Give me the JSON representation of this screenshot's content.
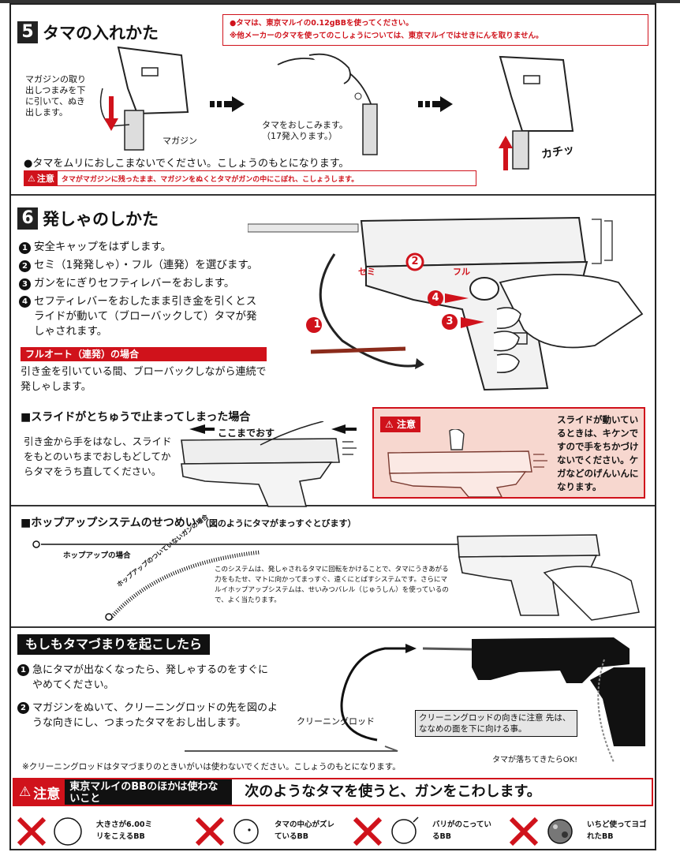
{
  "sec5": {
    "num": "5",
    "title": "タマの入れかた",
    "notice_line1": "●タマは、東京マルイの0.12gBBを使ってください。",
    "notice_line2": "※他メーカーのタマを使ってのこしょうについては、東京マルイではせきにんを取りません。",
    "step1_text": "マガジンの取り出しつまみを下に引いて、ぬき出します。",
    "magazine_label": "マガジン",
    "step2_text": "タマをおしこみます。（17発入ります。）",
    "click_label": "カチッ",
    "caution_line": "●タマをムリにおしこまないでください。こしょうのもとになります。",
    "caution_badge": "注意",
    "caution_text": "タマがマガジンに残ったまま、マガジンをぬくとタマがガンの中にこぼれ、こしょうします。"
  },
  "sec6": {
    "num": "6",
    "title": "発しゃのしかた",
    "items": [
      {
        "n": "1",
        "text": "安全キャップをはずします。"
      },
      {
        "n": "2",
        "text": "セミ（1発発しゃ）・フル（連発）を選びます。"
      },
      {
        "n": "3",
        "text": "ガンをにぎりセフティレバーをおします。"
      },
      {
        "n": "4",
        "text": "セフティレバーをおしたまま引き金を引くとスライドが動いて（ブローバックして）タマが発しゃされます。"
      }
    ],
    "full_auto_label": "フルオート（連発）の場合",
    "full_auto_text": "引き金を引いている間、ブローバックしながら連続で発しゃします。",
    "semi_label": "セミ",
    "full_label": "フル",
    "callouts": [
      "1",
      "2",
      "3",
      "4"
    ],
    "slide_stop_title": "■スライドがとちゅうで止まってしまった場合",
    "slide_stop_text": "引き金から手をはなし、スライドをもとのいちまでおしもどしてからタマをうち直してください。",
    "push_here_label": "ここまでおす",
    "caution_badge": "注意",
    "caution_text": "スライドが動いているときは、キケンですので手をちかづけないでください。ケガなどのげんいんになります。"
  },
  "hopup": {
    "title": "■ホップアップシステムのせつめい",
    "subtitle": "（図のようにタマがまっすぐとびます）",
    "with_hop_label": "ホップアップの場合",
    "without_hop_label": "ホップアップのついていないガンの場合",
    "text": "このシステムは、発しゃされるタマに回転をかけることで、タマにうきあがる力をもたせ、マトに向かってまっすぐ、遠くにとばすシステムです。さらにマルイホップアップシステムは、せいみつバレル（じゅうしん）を使っているので、よく当たります。"
  },
  "jam": {
    "title": "もしもタマづまりを起こしたら",
    "items": [
      {
        "n": "1",
        "text": "急にタマが出なくなったら、発しゃするのをすぐにやめてください。"
      },
      {
        "n": "2",
        "text": "マガジンをぬいて、クリーニングロッドの先を図のような向きにし、つまったタマをおし出します。"
      }
    ],
    "rod_label": "クリーニングロッド",
    "rod_note": "クリーニングロッドの向きに注意 先は、ななめの面を下に向ける事。",
    "drop_label": "タマが落ちてきたらOK!",
    "footnote": "※クリーニングロッドはタマづまりのときいがいは使わないでください。こしょうのもとになります。"
  },
  "bottom": {
    "caution_badge": "注意",
    "side_text": "東京マルイのBBのほかは使わないこと",
    "headline": "次のようなタマを使うと、ガンをこわします。",
    "bad_bbs": [
      {
        "text": "大きさが6.00ミリをこえるBB"
      },
      {
        "text": "タマの中心がズレているBB"
      },
      {
        "text": "バリがのこっているBB"
      },
      {
        "text": "いちど使ってヨゴれたBB"
      }
    ]
  },
  "colors": {
    "accent_red": "#d0121b",
    "ink": "#111111",
    "pale_red": "#f7d7cf"
  }
}
